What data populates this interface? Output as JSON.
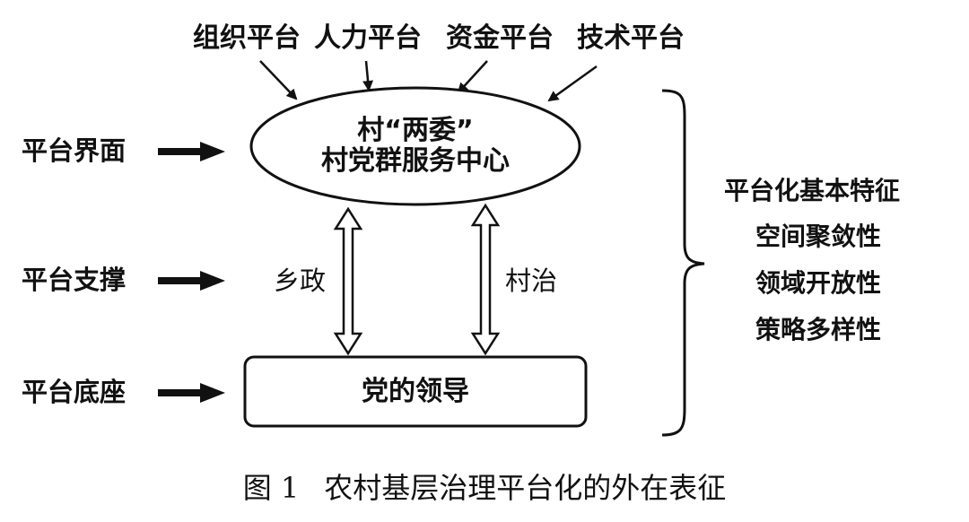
{
  "diagram": {
    "top_platforms": [
      "组织平台",
      "人力平台",
      "资金平台",
      "技术平台"
    ],
    "left_labels": [
      "平台界面",
      "平台支撑",
      "平台底座"
    ],
    "center_ellipse": {
      "line1": "村“两委”",
      "line2": "村党群服务中心"
    },
    "connectors": {
      "left": "乡政",
      "right": "村治"
    },
    "bottom_box": "党的领导",
    "right_panel": {
      "heading": "平台化基本特征",
      "items": [
        "空间聚敛性",
        "领域开放性",
        "策略多样性"
      ]
    }
  },
  "caption": {
    "number": "图 1",
    "title": "农村基层治理平台化的外在表征"
  }
}
